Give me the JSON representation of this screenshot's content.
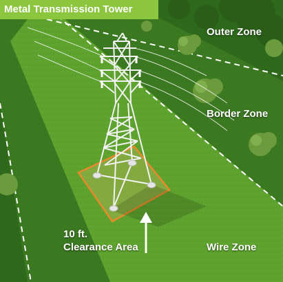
{
  "title": "Metal Transmission Tower",
  "zones": {
    "outer": "Outer Zone",
    "border": "Border Zone",
    "wire": "Wire Zone"
  },
  "clearance": {
    "line1": "10 ft.",
    "line2": "Clearance Area"
  },
  "colors": {
    "banner": "#8cc63f",
    "clearance_outline": "#e8892a",
    "wire_zone_grass": "#5ea42f",
    "border_zone_grass": "#3f7d23",
    "outer_zone_grass": "#2f6a1c"
  }
}
